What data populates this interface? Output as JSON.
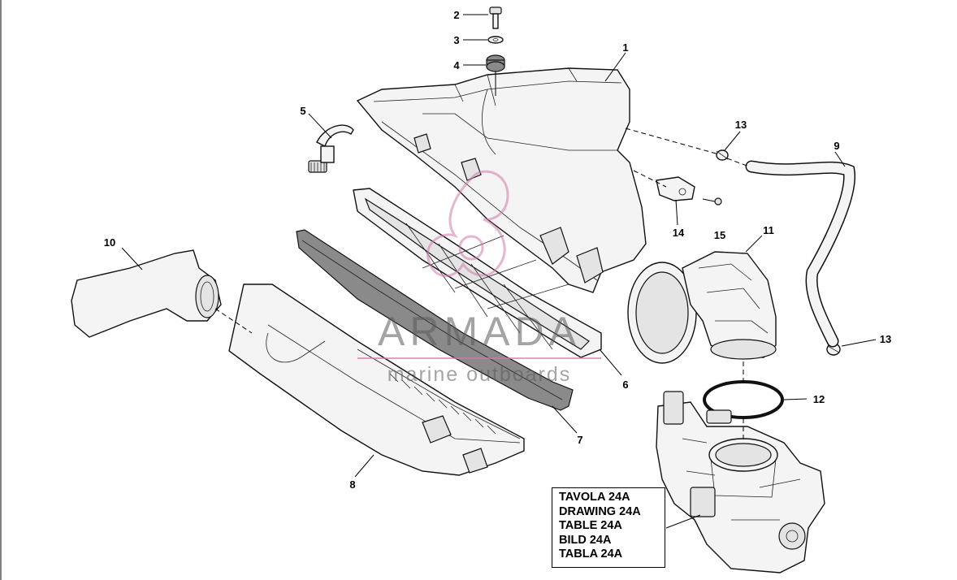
{
  "callouts": [
    {
      "id": "c1",
      "text": "1"
    },
    {
      "id": "c2",
      "text": "2"
    },
    {
      "id": "c3",
      "text": "3"
    },
    {
      "id": "c4",
      "text": "4"
    },
    {
      "id": "c5",
      "text": "5"
    },
    {
      "id": "c6",
      "text": "6"
    },
    {
      "id": "c7",
      "text": "7"
    },
    {
      "id": "c8",
      "text": "8"
    },
    {
      "id": "c9",
      "text": "9"
    },
    {
      "id": "c10",
      "text": "10"
    },
    {
      "id": "c11",
      "text": "11"
    },
    {
      "id": "c12",
      "text": "12"
    },
    {
      "id": "c13a",
      "text": "13"
    },
    {
      "id": "c13b",
      "text": "13"
    },
    {
      "id": "c14",
      "text": "14"
    },
    {
      "id": "c15",
      "text": "15"
    }
  ],
  "caption": {
    "lines": [
      "TAVOLA 24A",
      "DRAWING 24A",
      "TABLE 24A",
      "BILD 24A",
      "TABLA 24A"
    ]
  },
  "watermark": {
    "brand": "ARMADA",
    "tagline": "marine outboards",
    "brand_color": "#d27aa8"
  }
}
